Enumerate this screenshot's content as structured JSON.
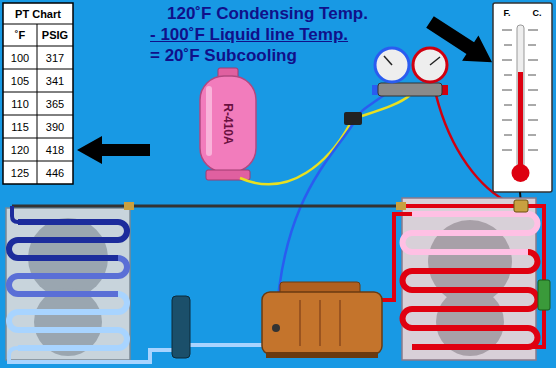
{
  "diagram": {
    "nodes": [
      {
        "text": [
          "PT Chart"
        ]
      },
      {
        "text": [
          "R-410A"
        ]
      },
      {
        "text": [
          "F.",
          "C."
        ]
      }
    ],
    "labels": [
      "˚F",
      "PSIG",
      "100",
      "317",
      "105",
      "341",
      "110",
      "365",
      "115",
      "390",
      "120",
      "418",
      "125",
      "446",
      "120˚F Condensing Temp.",
      "- 100˚F Liquid line Temp.",
      "= 20˚F Subcooling"
    ]
  }
}
